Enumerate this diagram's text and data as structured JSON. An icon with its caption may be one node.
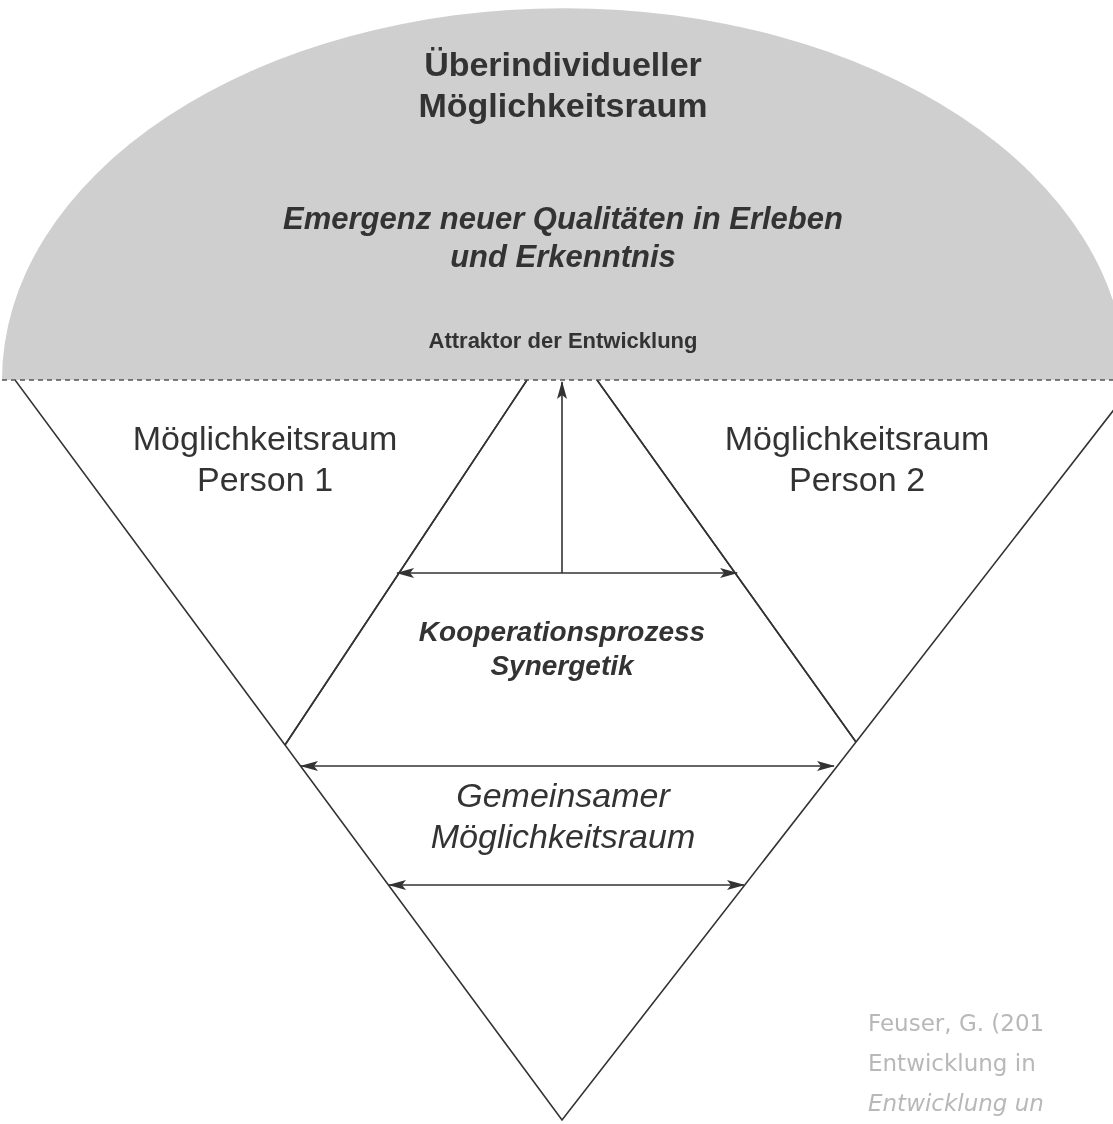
{
  "diagram": {
    "nodes": [
      {
        "text": [
          "Überindividueller Möglichkeitsraum",
          "Emergenz neuer Qualitäten in Erleben und Erkenntnis",
          "Attraktor der Entwicklung"
        ]
      },
      {
        "text": [
          "Möglichkeitsraum Person 1"
        ]
      },
      {
        "text": [
          "Möglichkeitsraum Person 2"
        ]
      },
      {
        "text": [
          "Kooperationsprozess Synergetik"
        ]
      },
      {
        "text": [
          "Gemeinsamer Möglichkeitsraum"
        ]
      }
    ],
    "edges": [
      {
        "from": 3,
        "to": 1,
        "arrow": "to"
      },
      {
        "from": 3,
        "to": 2,
        "arrow": "to"
      },
      {
        "from": 3,
        "to": 0,
        "arrow": "to"
      }
    ],
    "labels": [
      "Feuser, G. (201",
      "Entwicklung in",
      "Entwicklung un"
    ]
  }
}
